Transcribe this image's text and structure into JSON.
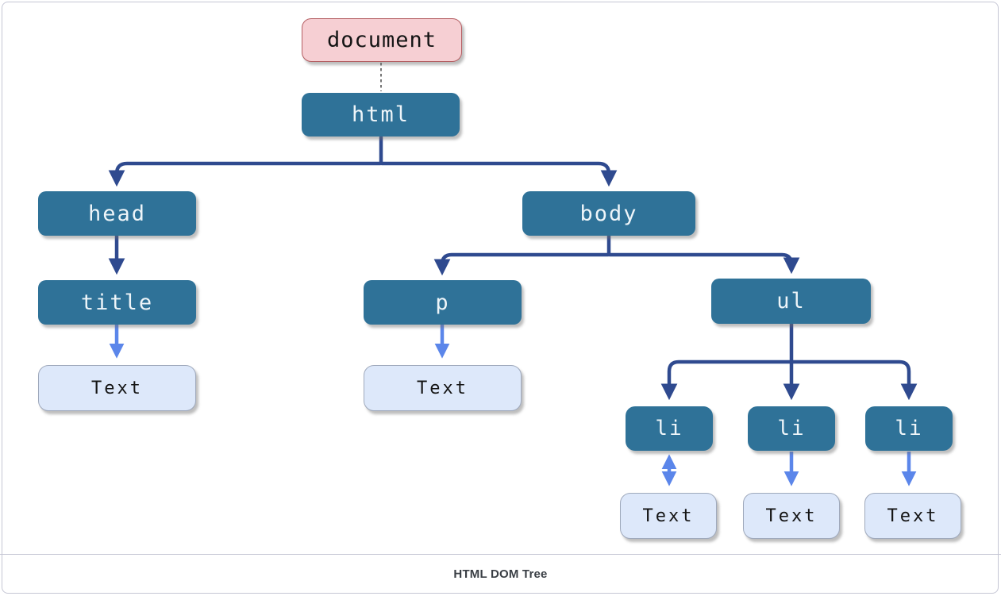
{
  "diagram": {
    "caption": "HTML DOM Tree",
    "nodes": {
      "document": {
        "label": "document"
      },
      "html": {
        "label": "html"
      },
      "head": {
        "label": "head"
      },
      "body": {
        "label": "body"
      },
      "title": {
        "label": "title"
      },
      "p": {
        "label": "p"
      },
      "ul": {
        "label": "ul"
      },
      "li_1": {
        "label": "li"
      },
      "li_2": {
        "label": "li"
      },
      "li_3": {
        "label": "li"
      },
      "text_title": {
        "label": "Text"
      },
      "text_p": {
        "label": "Text"
      },
      "text_li_1": {
        "label": "Text"
      },
      "text_li_2": {
        "label": "Text"
      },
      "text_li_3": {
        "label": "Text"
      }
    },
    "colors": {
      "element_box_fill": "#2f7298",
      "document_box_fill": "#f6cfd3",
      "document_box_border": "#b45f63",
      "text_box_fill": "#dde8fa",
      "text_box_border": "#9fa9bc",
      "connector_dark": "#2f4a8f",
      "connector_light": "#5b86ea",
      "frame_border": "#c5c6d4"
    }
  }
}
